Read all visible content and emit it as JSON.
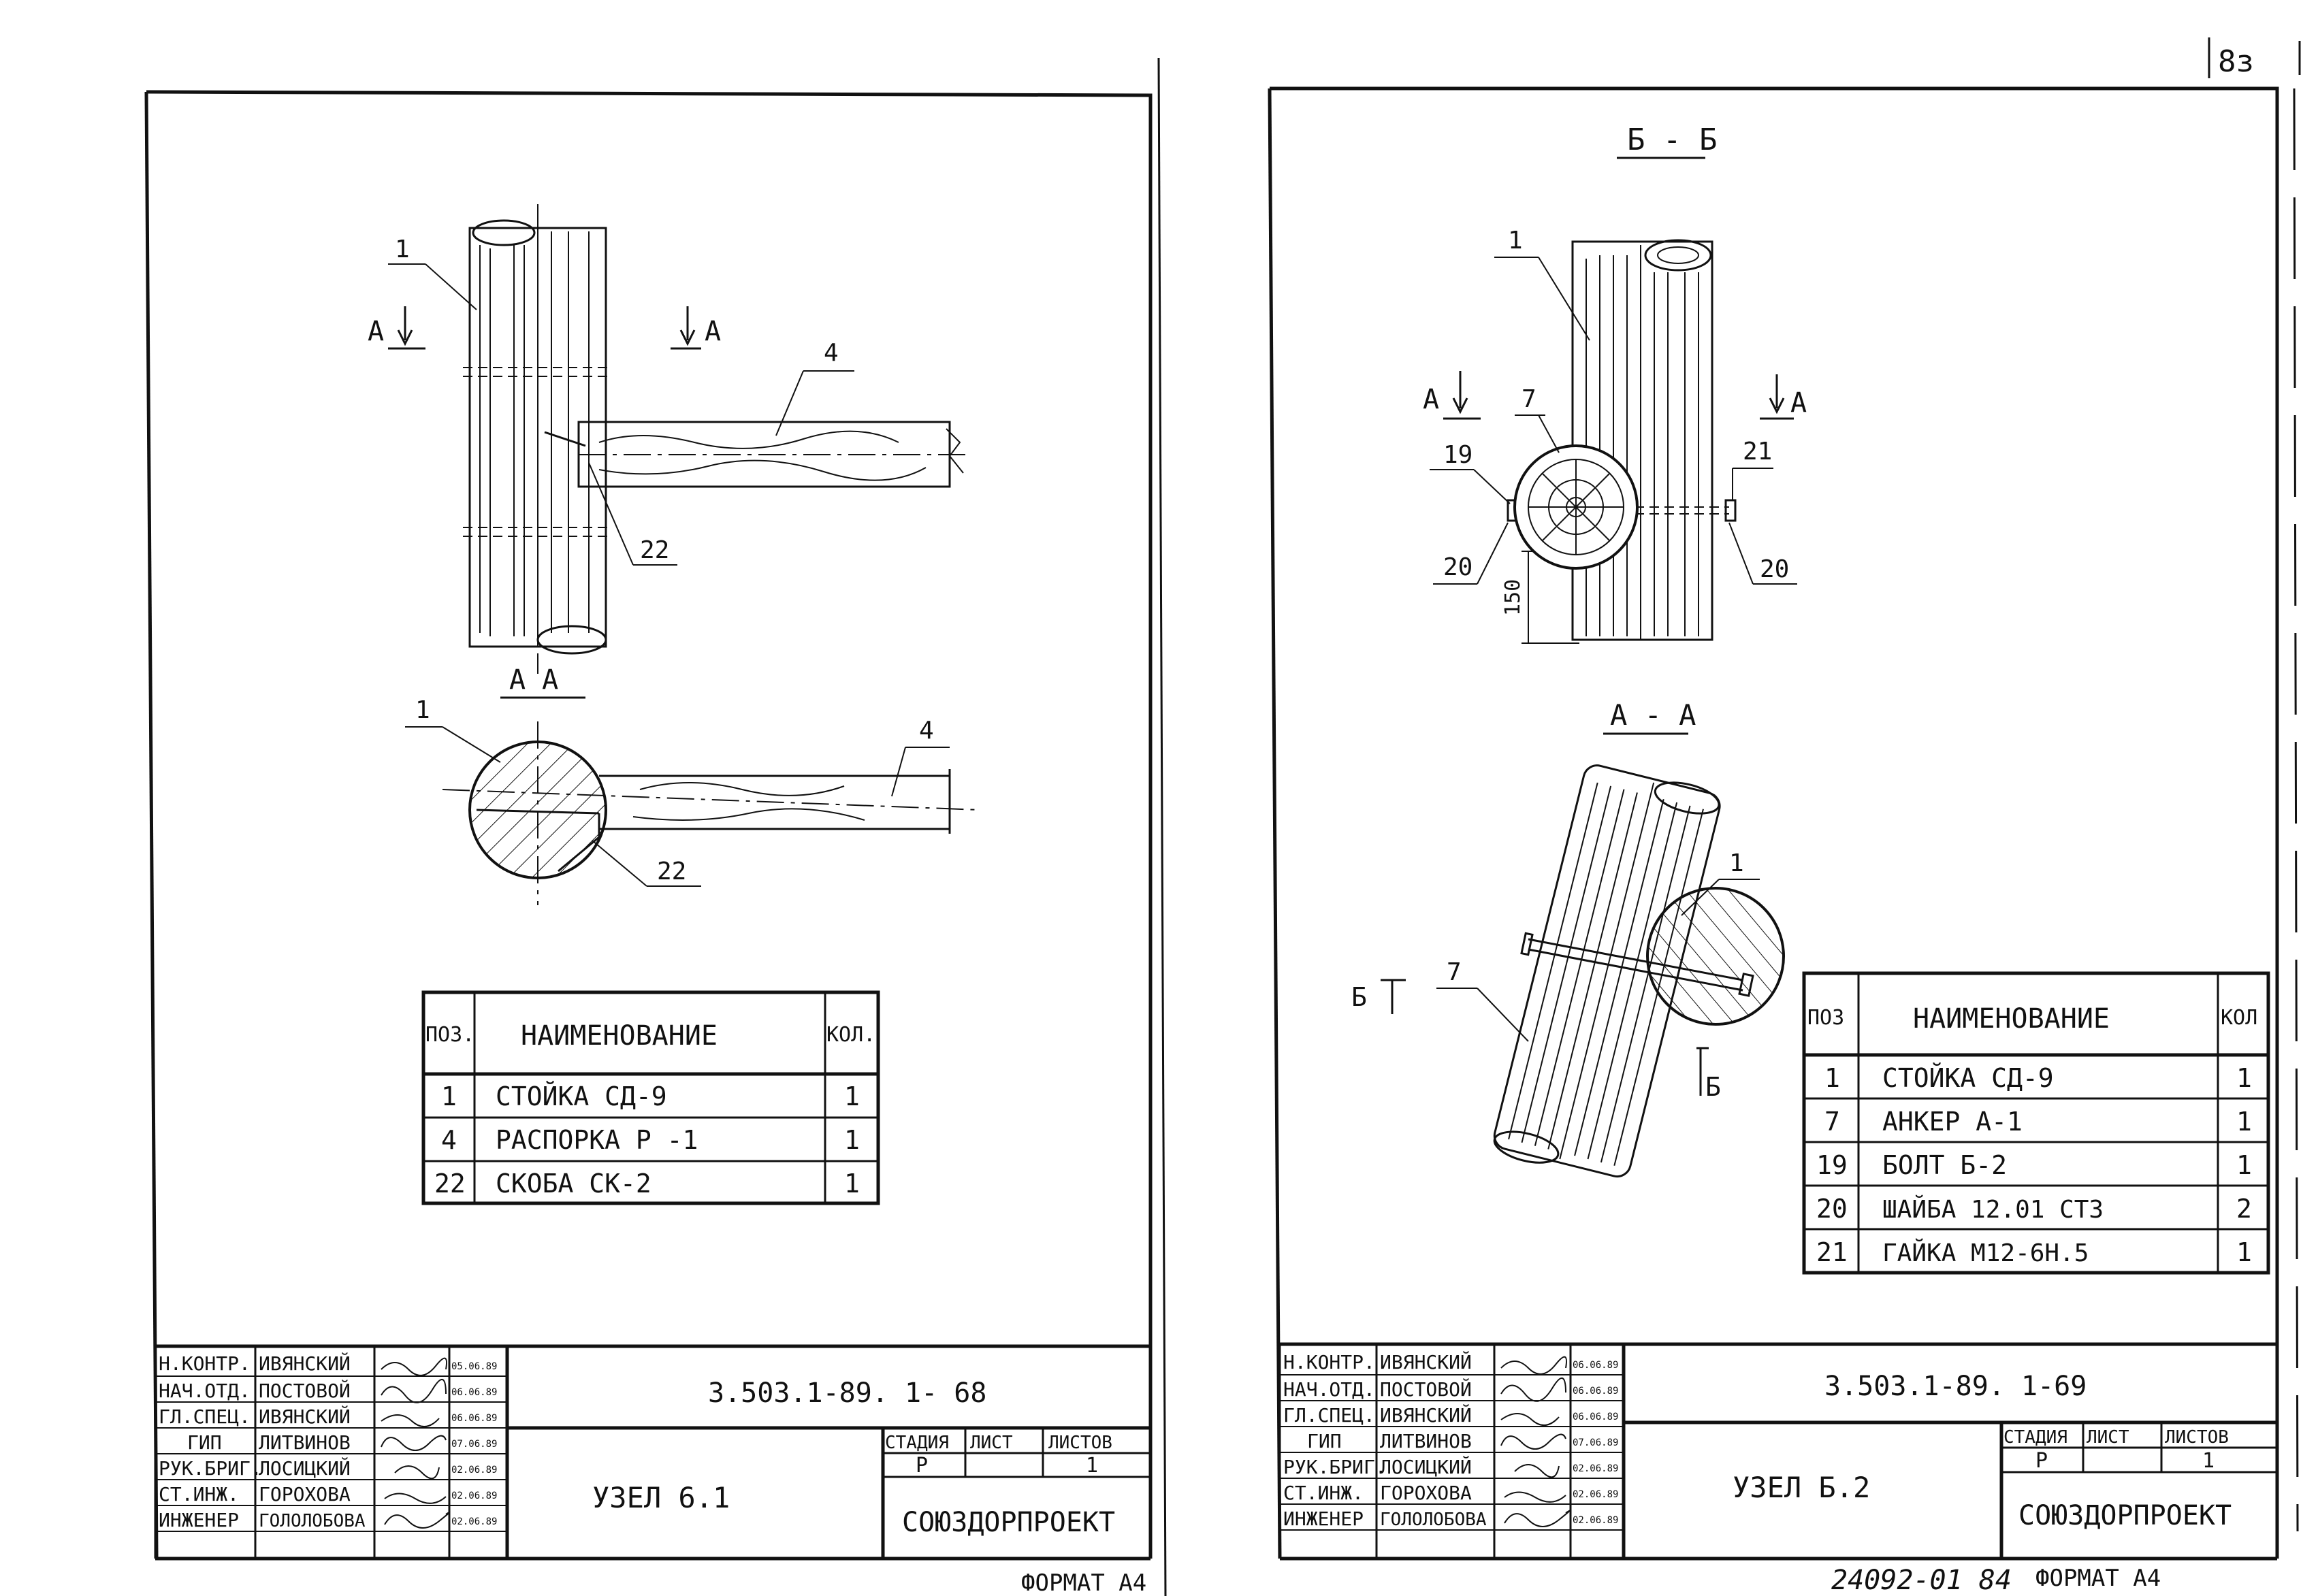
{
  "sheet_number": "8з",
  "left_sheet": {
    "views": {
      "main_cut_mark_left": "А",
      "main_cut_mark_right": "А",
      "section_title": "А А"
    },
    "callouts": {
      "post": "1",
      "strut": "4",
      "bracket": "22",
      "post_section": "1",
      "strut_section": "4",
      "bracket_section": "22"
    },
    "spec": {
      "headers": {
        "pos": "ПОЗ.",
        "name": "НАИМЕНОВАНИЕ",
        "qty": "КОЛ."
      },
      "rows": [
        {
          "pos": "1",
          "name": "СТОЙКА   СД-9",
          "qty": "1"
        },
        {
          "pos": "4",
          "name": "РАСПОРКА Р -1",
          "qty": "1"
        },
        {
          "pos": "22",
          "name": "СКОБА     СК-2",
          "qty": "1"
        }
      ]
    },
    "title_block": {
      "signatures": [
        {
          "role": "Н.КОНТР.",
          "name": "ИВЯНСКИЙ",
          "date": "05.06.89"
        },
        {
          "role": "НАЧ.ОТД.",
          "name": "ПОСТОВОЙ",
          "date": "06.06.89"
        },
        {
          "role": "ГЛ.СПЕЦ.",
          "name": "ИВЯНСКИЙ",
          "date": "06.06.89"
        },
        {
          "role": "ГИП",
          "name": "ЛИТВИНОВ",
          "date": "07.06.89"
        },
        {
          "role": "РУК.БРИГ.",
          "name": "ЛОСИЦКИЙ",
          "date": "02.06.89"
        },
        {
          "role": "СТ.ИНЖ.",
          "name": "ГОРОХОВА",
          "date": "02.06.89"
        },
        {
          "role": "ИНЖЕНЕР",
          "name": "ГОЛОЛОБОВА",
          "date": "02.06.89"
        }
      ],
      "designation": "3.503.1-89. 1- 68",
      "title": "УЗЕЛ   6.1",
      "stage_label": "СТАДИЯ",
      "sheet_label": "ЛИСТ",
      "sheets_label": "ЛИСТОВ",
      "stage": "Р",
      "sheet": "",
      "sheets": "1",
      "org": "СОЮЗДОРПРОЕКТ"
    },
    "format": "ФОРМАТ А4"
  },
  "right_sheet": {
    "views": {
      "top_title": "Б - Б",
      "cut_mark_left": "А",
      "cut_mark_right": "А",
      "section_title": "А - А",
      "cut_b_left": "Б",
      "cut_b_right": "Б",
      "dimension": "150"
    },
    "callouts": {
      "post": "1",
      "anchor": "7",
      "bolt": "19",
      "nut": "21",
      "washer_left": "20",
      "washer_right": "20",
      "post_section": "1",
      "anchor_section": "7"
    },
    "spec": {
      "headers": {
        "pos": "ПОЗ",
        "name": "НАИМЕНОВАНИЕ",
        "qty": "КОЛ"
      },
      "rows": [
        {
          "pos": "1",
          "name": "СТОЙКА   СД-9",
          "qty": "1"
        },
        {
          "pos": "7",
          "name": "АНКЕР   А-1",
          "qty": "1"
        },
        {
          "pos": "19",
          "name": "БОЛТ    Б-2",
          "qty": "1"
        },
        {
          "pos": "20",
          "name": "ШАЙБА 12.01 СТ3",
          "qty": "2"
        },
        {
          "pos": "21",
          "name": "ГАЙКА  М12-6Н.5",
          "qty": "1"
        }
      ]
    },
    "title_block": {
      "signatures": [
        {
          "role": "Н.КОНТР.",
          "name": "ИВЯНСКИЙ",
          "date": "06.06.89"
        },
        {
          "role": "НАЧ.ОТД.",
          "name": "ПОСТОВОЙ",
          "date": "06.06.89"
        },
        {
          "role": "ГЛ.СПЕЦ.",
          "name": "ИВЯНСКИЙ",
          "date": "06.06.89"
        },
        {
          "role": "ГИП",
          "name": "ЛИТВИНОВ",
          "date": "07.06.89"
        },
        {
          "role": "РУК.БРИГ.",
          "name": "ЛОСИЦКИЙ",
          "date": "02.06.89"
        },
        {
          "role": "СТ.ИНЖ.",
          "name": "ГОРОХОВА",
          "date": "02.06.89"
        },
        {
          "role": "ИНЖЕНЕР",
          "name": "ГОЛОЛОБОВА",
          "date": "02.06.89"
        }
      ],
      "designation": "3.503.1-89. 1-69",
      "title": "УЗЕЛ  Б.2",
      "stage_label": "СТАДИЯ",
      "sheet_label": "ЛИСТ",
      "sheets_label": "ЛИСТОВ",
      "stage": "Р",
      "sheet": "",
      "sheets": "1",
      "org": "СОЮЗДОРПРОЕКТ"
    },
    "format": "ФОРМАТ А4",
    "archive_number": "24092-01  84"
  }
}
